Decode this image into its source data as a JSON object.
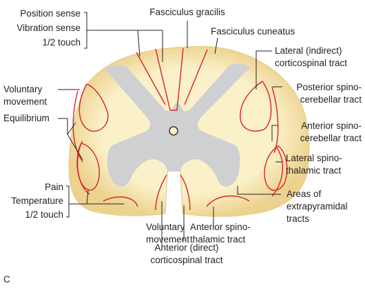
{
  "labels": {
    "position_sense": "Position sense",
    "vibration_sense": "Vibration sense",
    "half_touch_top": "1/2 touch",
    "fasciculus_gracilis": "Fasciculus gracilis",
    "fasciculus_cuneatus": "Fasciculus cuneatus",
    "lateral_cst_1": "Lateral (indirect)",
    "lateral_cst_2": "corticospinal tract",
    "voluntary_left_1": "Voluntary",
    "voluntary_left_2": "movement",
    "post_spinocer_1": "Posterior spino-",
    "post_spinocer_2": "cerebellar tract",
    "equilibrium": "Equilibrium",
    "ant_spinocer_1": "Anterior spino-",
    "ant_spinocer_2": "cerebellar tract",
    "lat_spinothal_1": "Lateral spino-",
    "lat_spinothal_2": "thalamic tract",
    "pain": "Pain",
    "temperature": "Temperature",
    "half_touch_bottom": "1/2 touch",
    "extrapyr_1": "Areas of",
    "extrapyr_2": "extrapyramidal",
    "extrapyr_3": "tracts",
    "voluntary_bottom_1": "Voluntary",
    "voluntary_bottom_2": "movement",
    "ant_spinothal_1": "Anterior spino-",
    "ant_spinothal_2": "thalamic tract",
    "ant_cst_1": "Anterior (direct)",
    "ant_cst_2": "corticospinal tract",
    "panel_letter": "C"
  },
  "colors": {
    "white_matter": "#faf1c8",
    "white_matter_edge": "#e9cc8a",
    "grey_matter": "#cfd0d2",
    "tract_outline": "#d9202a",
    "leader_line": "#231f20"
  }
}
